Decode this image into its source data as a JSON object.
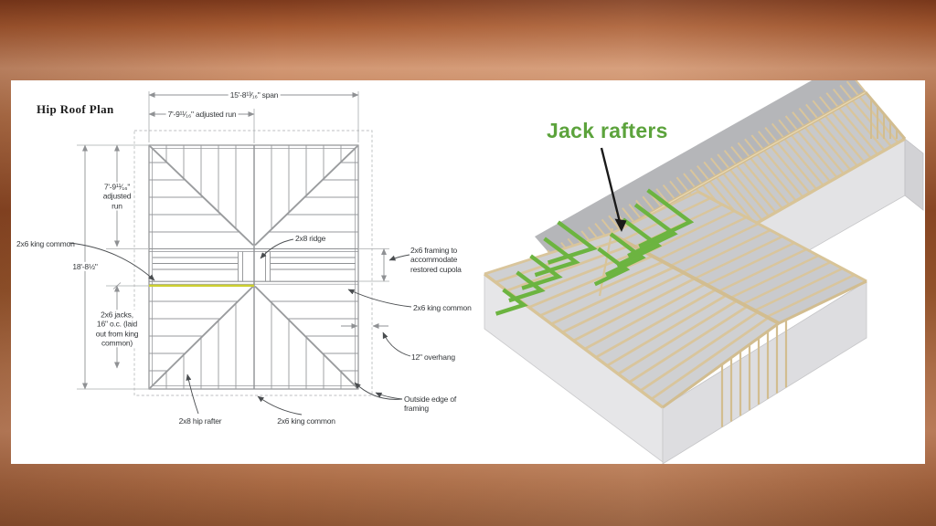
{
  "colors": {
    "frame_dark": "#7d3a1d",
    "frame_light": "#d29773",
    "accent_green": "#66b23e",
    "wood": "#d9c59c",
    "highlight_yellow": "#cdd02f",
    "plan_line_gray": "#8f9194",
    "wall_gray": "#e4e4e6"
  },
  "left_panel": {
    "title": "Hip Roof Plan",
    "dimensions": {
      "span": "15'-8¹³⁄₁₆\" span",
      "adjusted_run_top": "7'-9¹¹⁄₁₆\" adjusted run",
      "adjusted_run_left": "7'-9¹¹⁄₁₆\"\nadjusted\nrun",
      "overall_height": "18'-8½\"",
      "jacks_note": "2x6 jacks,\n16\" o.c. (laid\nout from king\ncommon)"
    },
    "labels": {
      "king_common_left": "2x6 king common",
      "ridge": "2x8 ridge",
      "cupola": "2x6 framing to\naccommodate\nrestored cupola",
      "king_common_right": "2x6 king common",
      "overhang": "12\" overhang",
      "outside_edge": "Outside edge of framing",
      "hip_rafter": "2x8 hip rafter",
      "king_common_bottom": "2x6 king common"
    }
  },
  "right_panel": {
    "label": "Jack rafters"
  }
}
